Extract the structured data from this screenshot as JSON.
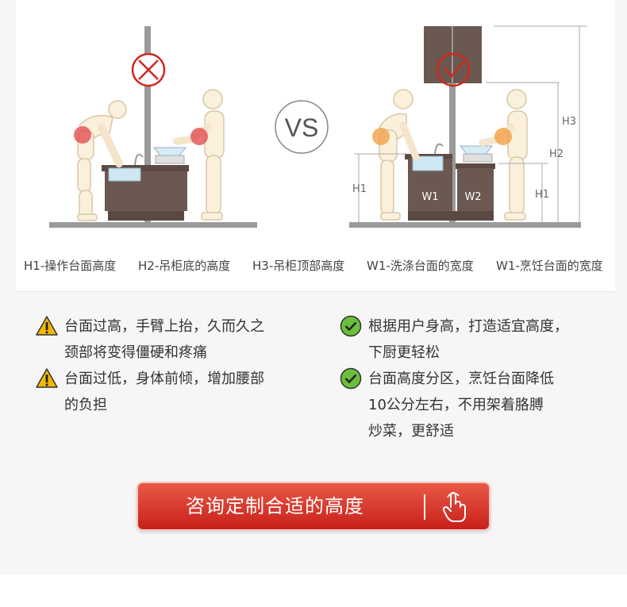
{
  "diagram": {
    "vs_label": "VS",
    "labels": {
      "h1_left": "H1",
      "h1": "H1",
      "h2": "H2",
      "h3": "H3",
      "w1": "W1",
      "w2": "W2"
    }
  },
  "captions": [
    "H1-操作台面高度",
    "H2-吊柜底的高度",
    "H3-吊柜顶部高度",
    "W1-洗涤台面的宽度",
    "W1-烹饪台面的宽度"
  ],
  "notes": {
    "warn1": {
      "line1": "台面过高，手臂上抬，久而久之",
      "line2": "颈部将变得僵硬和疼痛"
    },
    "warn2": {
      "line1": "台面过低，身体前倾，增加腰部",
      "line2": "的负担"
    },
    "ok1": {
      "line1": "根据用户身高，打造适宜高度，",
      "line2": "下厨更轻松"
    },
    "ok2": {
      "line1": "台面高度分区，烹饪台面降低",
      "line2": "10公分左右，不用架着胳膊",
      "line3": "炒菜，更舒适"
    }
  },
  "cta": {
    "label": "咨询定制合适的高度"
  },
  "colors": {
    "accent": "#d0271f",
    "warning": "#f2b705",
    "ok": "#6cbf3c",
    "wood": "#6b5850"
  }
}
